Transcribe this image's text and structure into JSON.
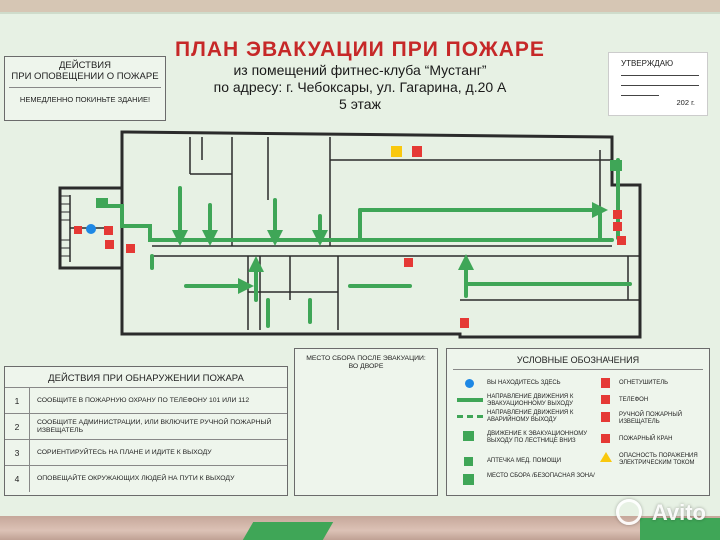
{
  "title": "ПЛАН ЭВАКУАЦИИ ПРИ ПОЖАРЕ",
  "subtitle": {
    "line1": "из помещений фитнес-клуба “Мустанг”",
    "line2": "по адресу: г. Чебоксары, ул. Гагарина, д.20 А",
    "line3": "5 этаж"
  },
  "notify_box": {
    "title_line1": "ДЕЙСТВИЯ",
    "title_line2": "ПРИ ОПОВЕЩЕНИИ О ПОЖАРЕ",
    "text": "НЕМЕДЛЕННО ПОКИНЬТЕ ЗДАНИЕ!"
  },
  "approve": {
    "label": "УТВЕРЖДАЮ",
    "year": "202  г."
  },
  "fire_actions": {
    "title": "ДЕЙСТВИЯ ПРИ ОБНАРУЖЕНИИ ПОЖАРА",
    "rows": [
      {
        "num": "1",
        "text": "СООБЩИТЕ В ПОЖАРНУЮ ОХРАНУ ПО ТЕЛЕФОНУ 101 ИЛИ  112"
      },
      {
        "num": "2",
        "text": "СООБЩИТЕ АДМИНИСТРАЦИИ, ИЛИ ВКЛЮЧИТЕ РУЧНОЙ ПОЖАРНЫЙ ИЗВЕЩАТЕЛЬ"
      },
      {
        "num": "3",
        "text": "СОРИЕНТИРУЙТЕСЬ НА ПЛАНЕ И ИДИТЕ К ВЫХОДУ"
      },
      {
        "num": "4",
        "text": "ОПОВЕЩАЙТЕ ОКРУЖАЮЩИХ ЛЮДЕЙ НА ПУТИ К ВЫХОДУ"
      }
    ]
  },
  "assembly": {
    "title_line1": "МЕСТО СБОРА ПОСЛЕ ЭВАКУАЦИИ:",
    "title_line2": "ВО ДВОРЕ"
  },
  "legend": {
    "title": "УСЛОВНЫЕ ОБОЗНАЧЕНИЯ",
    "left": [
      {
        "icon": "you-are-here-icon",
        "text": "ВЫ НАХОДИТЕСЬ ЗДЕСЬ"
      },
      {
        "icon": "evac-arrow-icon",
        "text": "НАПРАВЛЕНИЕ ДВИЖЕНИЯ К ЭВАКУАЦИОННОМУ ВЫХОДУ"
      },
      {
        "icon": "emergency-arrow-icon",
        "text": "НАПРАВЛЕНИЕ ДВИЖЕНИЯ К АВАРИЙНОМУ ВЫХОДУ"
      },
      {
        "icon": "stairs-exit-icon",
        "text": "ДВИЖЕНИЕ К ЭВАКУАЦИОННОМУ ВЫХОДУ ПО ЛЕСТНИЦЕ ВНИЗ"
      },
      {
        "icon": "first-aid-icon",
        "text": "АПТЕЧКА МЕД. ПОМОЩИ"
      },
      {
        "icon": "assembly-point-icon",
        "text": "МЕСТО СБОРА /БЕЗОПАСНАЯ ЗОНА/"
      }
    ],
    "right": [
      {
        "icon": "extinguisher-icon",
        "text": "ОГНЕТУШИТЕЛЬ"
      },
      {
        "icon": "phone-icon",
        "text": "ТЕЛЕФОН"
      },
      {
        "icon": "manual-alarm-icon",
        "text": "РУЧНОЙ ПОЖАРНЫЙ ИЗВЕЩАТЕЛЬ"
      },
      {
        "icon": "fire-hydrant-icon",
        "text": "ПОЖАРНЫЙ КРАН"
      },
      {
        "icon": "electric-hazard-icon",
        "text": "ОПАСНОСТЬ ПОРАЖЕНИЯ ЭЛЕКТРИЧЕСКИМ ТОКОМ"
      }
    ]
  },
  "watermark": "Avito",
  "colors": {
    "title_red": "#c62828",
    "board_bg": "#e7f1e4",
    "arrow_green": "#3fa657",
    "sign_red": "#e53935",
    "wall": "#2b2b2b",
    "you_are_here_blue": "#1e88e5"
  }
}
